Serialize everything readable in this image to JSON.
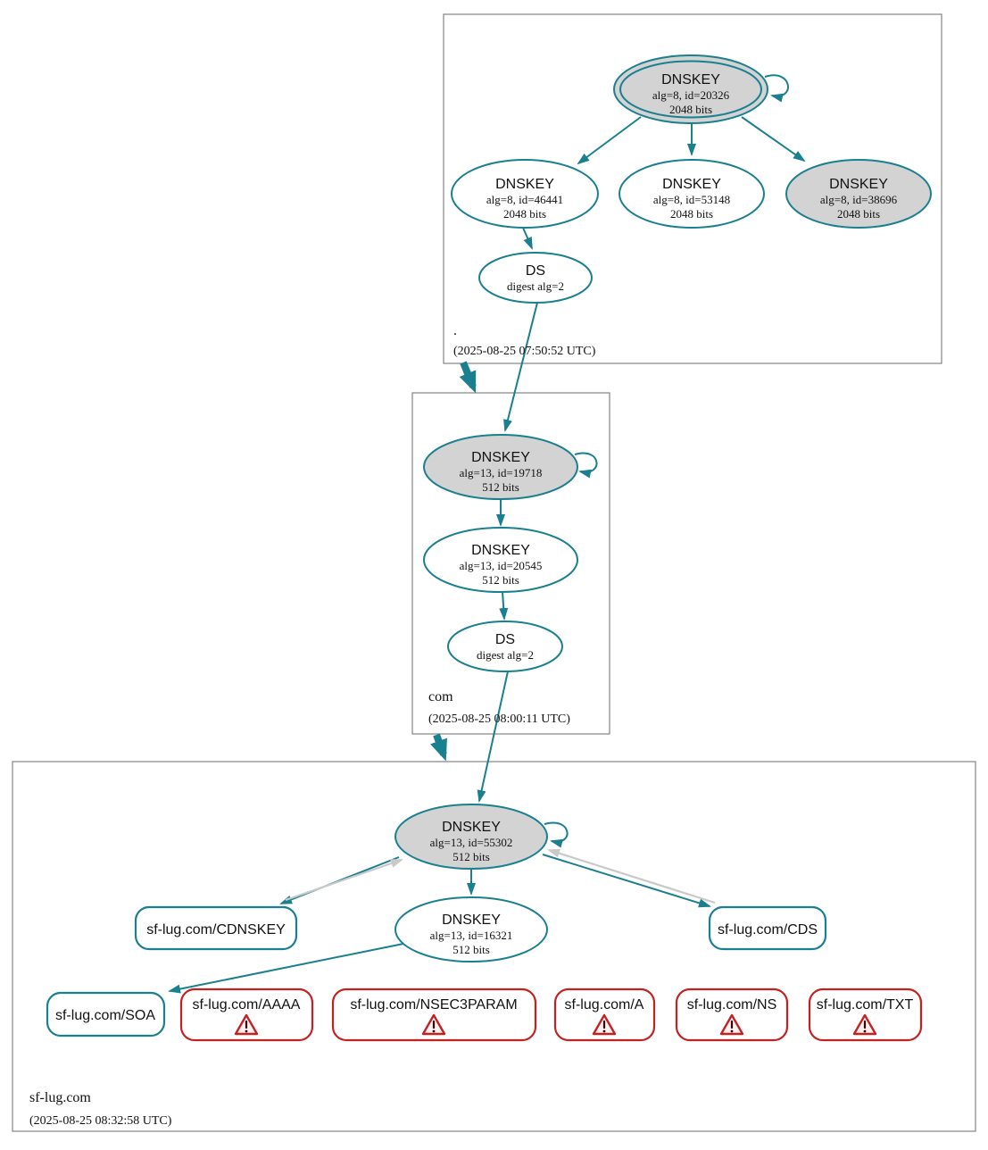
{
  "diagram": {
    "type": "dnssec-authentication-chain-graph",
    "colors": {
      "secure_teal": "#1a7f8f",
      "warning_red": "#c32222",
      "key_node_fill": "#d3d3d3",
      "reverse_edge_gray": "#c9c9c9",
      "zone_box_border": "#848484",
      "text": "#111111"
    },
    "zones": {
      "root": {
        "label": ".",
        "timestamp": "(2025-08-25 07:50:52 UTC)",
        "nodes": {
          "ksk": {
            "title": "DNSKEY",
            "detail1": "alg=8, id=20326",
            "detail2": "2048 bits"
          },
          "zsk1": {
            "title": "DNSKEY",
            "detail1": "alg=8, id=46441",
            "detail2": "2048 bits"
          },
          "zsk2": {
            "title": "DNSKEY",
            "detail1": "alg=8, id=53148",
            "detail2": "2048 bits"
          },
          "ksk2": {
            "title": "DNSKEY",
            "detail1": "alg=8, id=38696",
            "detail2": "2048 bits"
          },
          "ds": {
            "title": "DS",
            "detail1": "digest alg=2"
          }
        }
      },
      "com": {
        "label": "com",
        "timestamp": "(2025-08-25 08:00:11 UTC)",
        "nodes": {
          "ksk": {
            "title": "DNSKEY",
            "detail1": "alg=13, id=19718",
            "detail2": "512 bits"
          },
          "zsk": {
            "title": "DNSKEY",
            "detail1": "alg=13, id=20545",
            "detail2": "512 bits"
          },
          "ds": {
            "title": "DS",
            "detail1": "digest alg=2"
          }
        }
      },
      "sflug": {
        "label": "sf-lug.com",
        "timestamp": "(2025-08-25 08:32:58 UTC)",
        "nodes": {
          "ksk": {
            "title": "DNSKEY",
            "detail1": "alg=13, id=55302",
            "detail2": "512 bits"
          },
          "zsk": {
            "title": "DNSKEY",
            "detail1": "alg=13, id=16321",
            "detail2": "512 bits"
          },
          "cdnskey": {
            "label": "sf-lug.com/CDNSKEY"
          },
          "cds": {
            "label": "sf-lug.com/CDS"
          },
          "soa": {
            "label": "sf-lug.com/SOA"
          },
          "warned": [
            {
              "label": "sf-lug.com/AAAA",
              "icon": "warning-icon"
            },
            {
              "label": "sf-lug.com/NSEC3PARAM",
              "icon": "warning-icon"
            },
            {
              "label": "sf-lug.com/A",
              "icon": "warning-icon"
            },
            {
              "label": "sf-lug.com/NS",
              "icon": "warning-icon"
            },
            {
              "label": "sf-lug.com/TXT",
              "icon": "warning-icon"
            }
          ]
        }
      }
    }
  }
}
